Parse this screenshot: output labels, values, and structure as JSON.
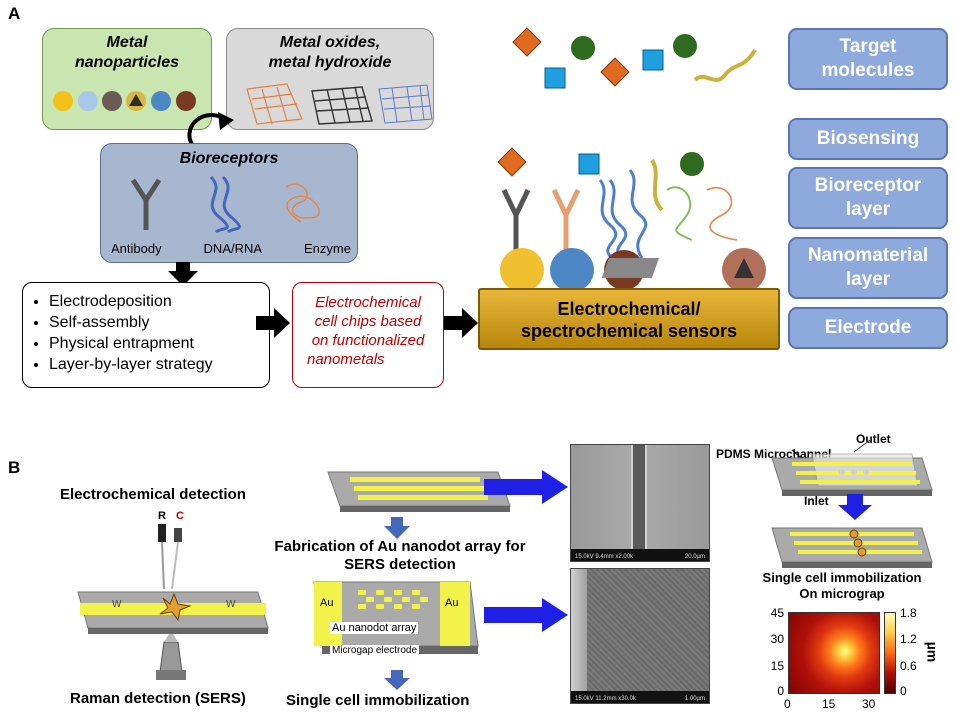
{
  "panel_a": {
    "letter": "A",
    "metal_np": {
      "line1": "Metal",
      "line2": "nanoparticles"
    },
    "metal_oxides": {
      "line1": "Metal oxides,",
      "line2": "metal hydroxide"
    },
    "bioreceptors": {
      "title": "Bioreceptors",
      "items": [
        "Antibody",
        "DNA/RNA",
        "Enzyme"
      ]
    },
    "methods": [
      "Electrodeposition",
      "Self-assembly",
      "Physical entrapment",
      "Layer-by-layer strategy"
    ],
    "cell_chips": {
      "line1": "Electrochemical",
      "line2": "cell chips based",
      "line3": "on functionalized",
      "line4": "nanometals"
    },
    "sensor": {
      "line1": "Electrochemical/",
      "line2": "spectrochemical sensors"
    },
    "layers": [
      {
        "line1": "Target",
        "line2": "molecules"
      },
      {
        "line1": "Biosensing",
        "line2": ""
      },
      {
        "line1": "Bioreceptor",
        "line2": "layer"
      },
      {
        "line1": "Nanomaterial",
        "line2": "layer"
      },
      {
        "line1": "Electrode",
        "line2": ""
      }
    ]
  },
  "panel_b": {
    "letter": "B",
    "electrochem_detection": "Electrochemical detection",
    "electrode_r": "R",
    "electrode_c": "C",
    "w_label": "W",
    "raman": "Raman detection (SERS)",
    "fabrication": {
      "line1": "Fabrication of Au nanodot array for",
      "line2": "SERS detection"
    },
    "au_label": "Au",
    "au_nanodot": "Au nanodot array",
    "microgap": "Microgap electrode",
    "single_cell": "Single cell immobilization",
    "sem1_caption": "15.0kV 9.4mm x2.00k",
    "sem1_scale": "20.0µm",
    "sem2_caption": "15.0kV 11.2mm x30.0k",
    "sem2_scale": "1.00µm",
    "pdms": "PDMS Microchannel",
    "outlet": "Outlet",
    "inlet": "Inlet",
    "immob": {
      "line1": "Single cell immobilization",
      "line2": "On micrograp"
    },
    "heatmap": {
      "y_ticks": [
        "45",
        "30",
        "15",
        "0"
      ],
      "x_ticks": [
        "0",
        "15",
        "30"
      ],
      "cbar_ticks": [
        "1.8",
        "1.2",
        "0.6",
        "0"
      ],
      "cbar_label": "µm"
    },
    "colors": {
      "arrow_blue": "#1f1fe6",
      "layer_box": "#8ea9db",
      "sensor_gold": "#c9950f",
      "red_text": "#c00000"
    }
  }
}
